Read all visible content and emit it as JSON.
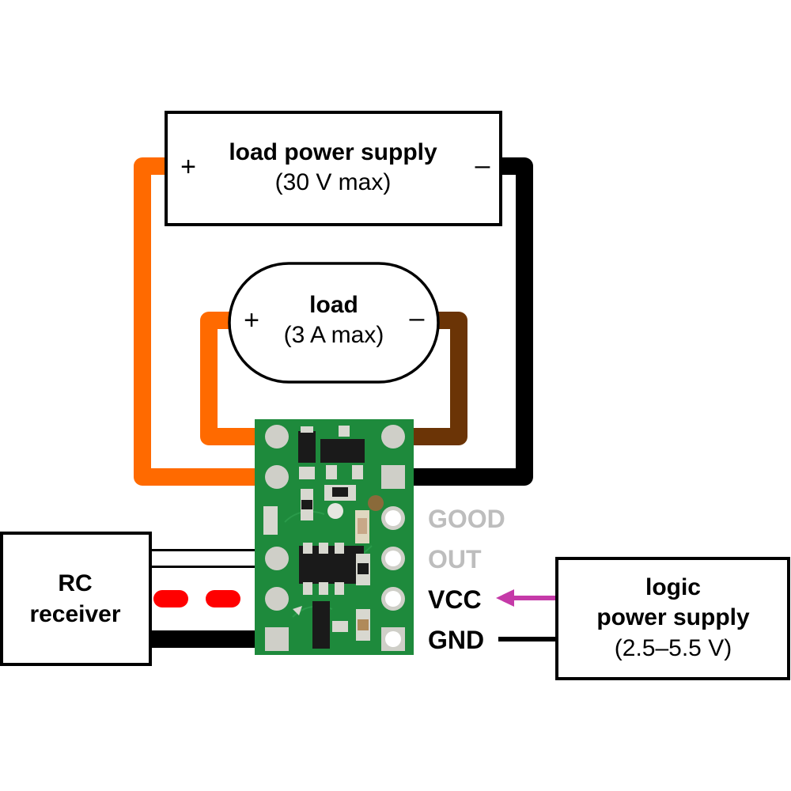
{
  "diagram": {
    "type": "wiring-diagram",
    "colors": {
      "load_supply_positive_wire": "#ff6a00",
      "load_positive_wire": "#ff6a00",
      "load_negative_wire": "#6b3406",
      "load_supply_negative_wire": "#000000",
      "rc_signal_wire": "#ffffff",
      "rc_power_wire": "#ff0000",
      "rc_ground_wire": "#000000",
      "vcc_arrow": "#c53aa8",
      "pcb": "#1e8a3c",
      "inactive_pin_label": "#bdbdbd"
    },
    "load_power_supply": {
      "title": "load power supply",
      "subtitle": "(30 V max)",
      "positive_symbol": "+",
      "negative_symbol": "–"
    },
    "load": {
      "title": "load",
      "subtitle": "(3 A max)",
      "positive_symbol": "+",
      "negative_symbol": "–"
    },
    "rc_receiver": {
      "line1": "RC",
      "line2": "receiver"
    },
    "logic_power_supply": {
      "line1": "logic",
      "line2": "power supply",
      "line3": "(2.5–5.5 V)"
    },
    "pin_labels": [
      {
        "label": "GOOD",
        "active": false
      },
      {
        "label": "OUT",
        "active": false
      },
      {
        "label": "VCC",
        "active": true
      },
      {
        "label": "GND",
        "active": true
      }
    ]
  }
}
